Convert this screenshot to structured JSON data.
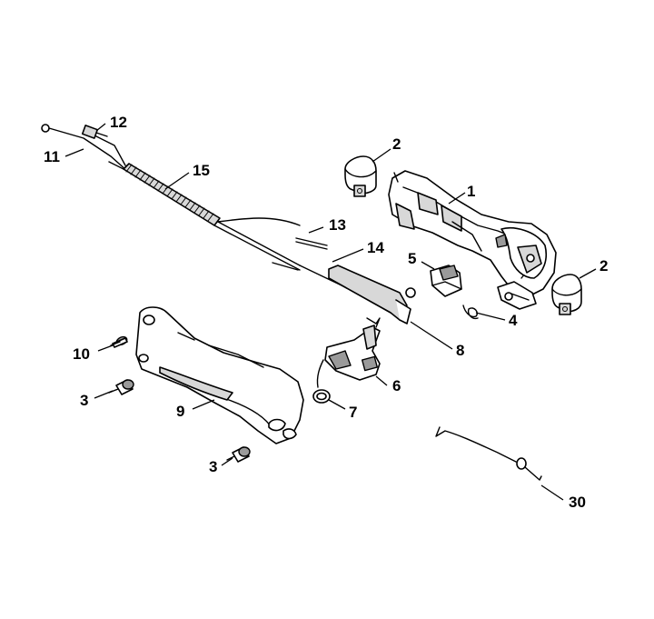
{
  "callouts": [
    {
      "id": "c1",
      "label": "1"
    },
    {
      "id": "c2a",
      "label": "2"
    },
    {
      "id": "c2b",
      "label": "2"
    },
    {
      "id": "c3a",
      "label": "3"
    },
    {
      "id": "c3b",
      "label": "3"
    },
    {
      "id": "c4",
      "label": "4"
    },
    {
      "id": "c5",
      "label": "5"
    },
    {
      "id": "c6",
      "label": "6"
    },
    {
      "id": "c7",
      "label": "7"
    },
    {
      "id": "c8",
      "label": "8"
    },
    {
      "id": "c9",
      "label": "9"
    },
    {
      "id": "c10",
      "label": "10"
    },
    {
      "id": "c11",
      "label": "11"
    },
    {
      "id": "c12",
      "label": "12"
    },
    {
      "id": "c13",
      "label": "13"
    },
    {
      "id": "c14",
      "label": "14"
    },
    {
      "id": "c15",
      "label": "15"
    },
    {
      "id": "c30",
      "label": "30"
    }
  ]
}
